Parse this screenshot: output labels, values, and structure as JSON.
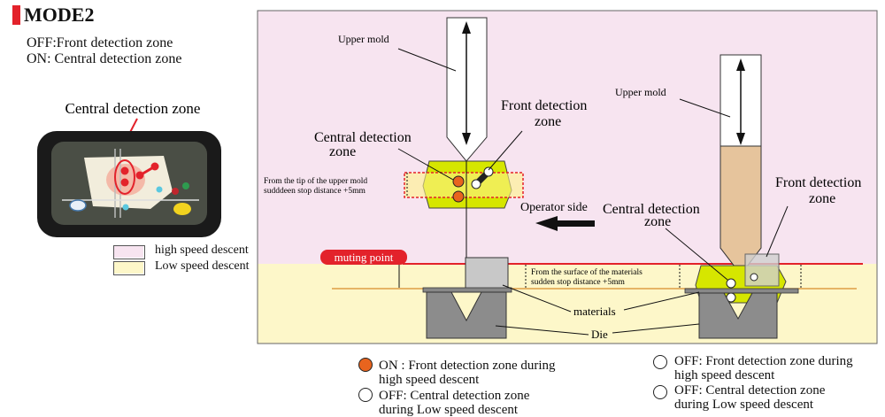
{
  "header": {
    "title": "MODE2"
  },
  "mode_lines": [
    "OFF:Front detection zone",
    "ON:  Central detection zone"
  ],
  "device": {
    "callout": "Central detection zone"
  },
  "legend": [
    {
      "label": "high speed descent",
      "color": "#f7e4f0"
    },
    {
      "label": "Low speed descent",
      "color": "#fdf7c9"
    }
  ],
  "diagram": {
    "upper_mold_left": "Upper mold",
    "upper_mold_right": "Upper mold",
    "front_zone_left": [
      "Front detection",
      "zone"
    ],
    "central_zone_left": [
      "Central detection",
      "zone"
    ],
    "front_zone_right": [
      "Front detection",
      "zone"
    ],
    "central_zone_right": [
      "Central detection",
      "zone"
    ],
    "stop_distance_mold": [
      "From the tip of the upper mold",
      "sudddeen stop distance +5mm"
    ],
    "operator_side": "Operator side",
    "muting_point": "muting point",
    "stop_distance_materials": [
      "From the surface of the materials",
      "sudden stop distance +5mm"
    ],
    "materials": "materials",
    "die": "Die"
  },
  "captions": {
    "on_front": [
      "ON : Front detection zone during",
      "high speed descent"
    ],
    "off_central": [
      "OFF:  Central detection zone",
      "during Low speed descent"
    ],
    "off_front": [
      "OFF: Front detection zone during",
      "high speed descent"
    ],
    "off_central2": [
      "OFF:  Central detection zone",
      "during Low speed descent"
    ]
  },
  "colors": {
    "accent_red": "#e3222b",
    "on_orange": "#e8641e",
    "detect_green": "#d6e600",
    "mold_tan": "#e6c49c"
  }
}
